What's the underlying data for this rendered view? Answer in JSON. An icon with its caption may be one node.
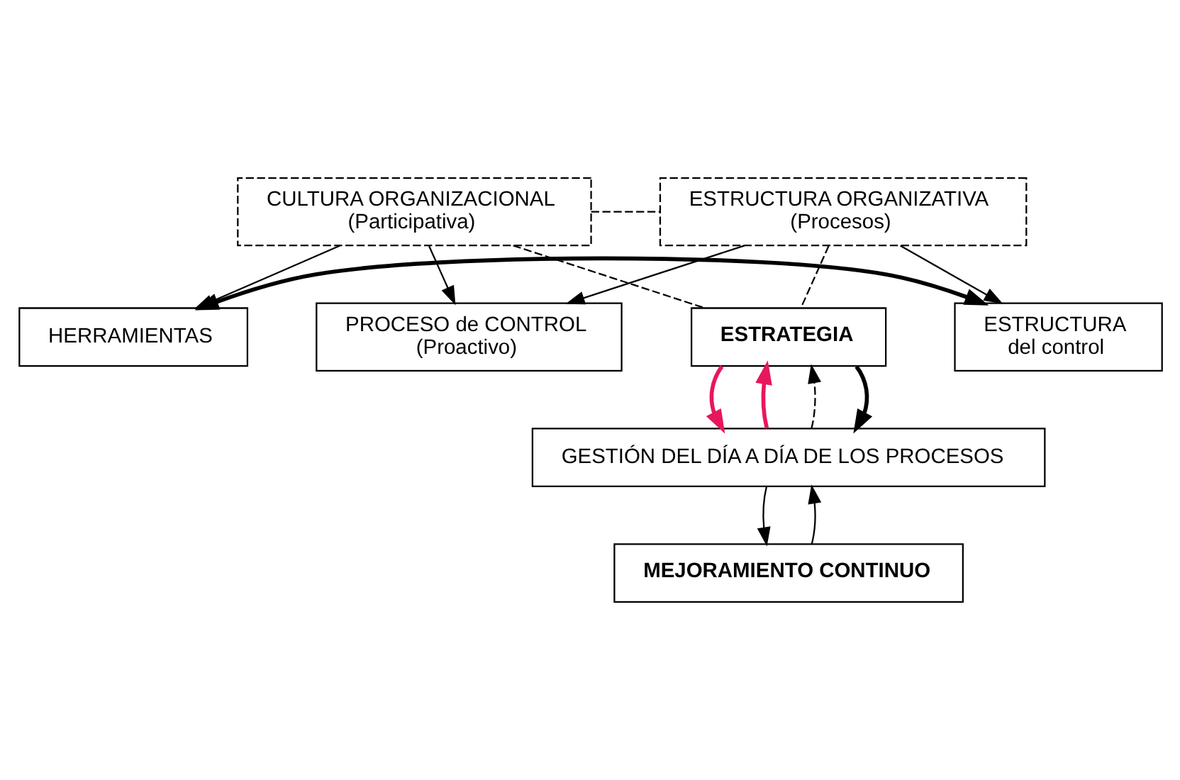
{
  "diagram": {
    "nodes": [
      {
        "text": [
          "ESTRATEGIA"
        ]
      },
      {
        "text": [
          "HERRAMIENTAS"
        ]
      },
      {
        "text": [
          "ESTRUCTURA",
          "del control"
        ]
      },
      {
        "text": [
          "CULTURA ORGANIZACIONAL",
          "(Participativa)"
        ]
      },
      {
        "text": [
          "ESTRUCTURA ORGANIZATIVA",
          "(Procesos)"
        ]
      },
      {
        "text": [
          "PROCESO de CONTROL",
          "(Proactivo)"
        ]
      },
      {
        "text": [
          "GESTIÓN DEL DÍA A DÍA DE LOS PROCESOS"
        ]
      },
      {
        "text": [
          "MEJORAMIENTO CONTINUO"
        ]
      }
    ],
    "edges": [
      {
        "from": 6,
        "to": 0,
        "arrow": "to",
        "style": "thick",
        "color": "#e8175d"
      },
      {
        "from": 0,
        "to": 6,
        "arrow": "to",
        "style": "thick",
        "color": "#e8175d"
      },
      {
        "from": 3,
        "to": 0,
        "arrow": "none",
        "style": "dashed"
      },
      {
        "from": 4,
        "to": 0,
        "arrow": "none",
        "style": "dashed"
      },
      {
        "from": 6,
        "to": 0,
        "arrow": "to",
        "style": "dashed"
      },
      {
        "from": 0,
        "to": 6,
        "arrow": "to",
        "style": "thick"
      },
      {
        "from": 1,
        "to": 2,
        "arrow": "both",
        "style": "thick"
      },
      {
        "from": 3,
        "to": 1,
        "arrow": "to"
      },
      {
        "from": 4,
        "to": 2,
        "arrow": "to"
      },
      {
        "from": 3,
        "to": 4,
        "arrow": "none",
        "style": "dashed"
      },
      {
        "from": 3,
        "to": 5,
        "arrow": "to"
      },
      {
        "from": 4,
        "to": 5,
        "arrow": "to"
      },
      {
        "from": 7,
        "to": 6,
        "arrow": "to"
      },
      {
        "from": 6,
        "to": 7,
        "arrow": "to"
      }
    ]
  }
}
